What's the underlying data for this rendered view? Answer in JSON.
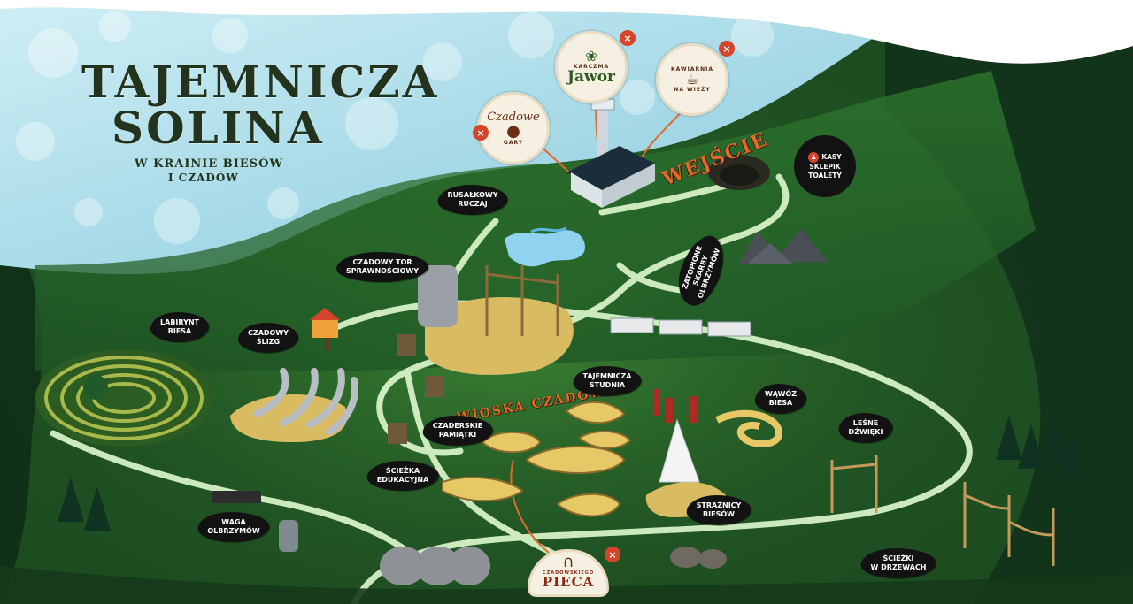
{
  "title": {
    "line1": "TAJEMNICZA",
    "line2": "SOLINA",
    "subtitle_line1": "W KRAINIE BIESÓW",
    "subtitle_line2": "I CZADÓW"
  },
  "badges": {
    "czadowe_gary": {
      "script": "Czadowe",
      "name": "GARY",
      "icon": "pot-icon"
    },
    "karczma_jawor": {
      "small": "KARCZMA",
      "name": "Jawor",
      "icon": "maple-seed-icon"
    },
    "kawiarnia": {
      "name": "KAWIARNIA",
      "sub": "NA WIEŻY",
      "icon": "coffee-cup-icon"
    },
    "pieca": {
      "small": "CZADOWSKIEGO",
      "name": "PIECA",
      "icon": "oven-icon"
    }
  },
  "landmarks": {
    "wejscie": "WEJŚCIE",
    "wioska_czadow": "WIOSKA CZADÓW"
  },
  "services": {
    "line1": "KASY",
    "line2": "SKLEPIK",
    "line3": "TOALETY"
  },
  "attractions": [
    {
      "id": "rusalkowy",
      "line1": "RUSAŁKOWY",
      "line2": "RUCZAJ"
    },
    {
      "id": "tor",
      "line1": "CZADOWY TOR",
      "line2": "SPRAWNOŚCIOWY"
    },
    {
      "id": "labirynt",
      "line1": "LABIRYNT",
      "line2": "BIESA"
    },
    {
      "id": "slizg",
      "line1": "CZADOWY",
      "line2": "ŚLIZG"
    },
    {
      "id": "studnia",
      "line1": "TAJEMNICZA",
      "line2": "STUDNIA"
    },
    {
      "id": "wawoz",
      "line1": "WĄWÓZ",
      "line2": "BIESA"
    },
    {
      "id": "dzwieki",
      "line1": "LEŚNE",
      "line2": "DŹWIĘKI"
    },
    {
      "id": "pamiatki",
      "line1": "CZADERSKIE",
      "line2": "PAMIĄTKI"
    },
    {
      "id": "sciezka",
      "line1": "ŚCIEŻKA",
      "line2": "EDUKACYJNA"
    },
    {
      "id": "straznicy",
      "line1": "STRAŻNICY",
      "line2": "BIESÓW"
    },
    {
      "id": "waga",
      "line1": "WAGA",
      "line2": "OLBRZYMÓW"
    },
    {
      "id": "drzewa",
      "line1": "ŚCIEŻKI",
      "line2": "W DRZEWACH"
    }
  ],
  "skarby": {
    "line1": "ZATOPIONE",
    "line2": "SKARBY",
    "line3": "OLBRZYMÓW"
  },
  "colors": {
    "sky": "#bfe4ee",
    "forest_dark": "#153a1a",
    "forest": "#2f6b2c",
    "path": "#d6f2c6",
    "sand": "#d9bb62",
    "label_bg": "#121212",
    "accent_orange": "#e06a2b",
    "badge_cream": "#f6f0e2",
    "cutlery_red": "#d6452a"
  }
}
